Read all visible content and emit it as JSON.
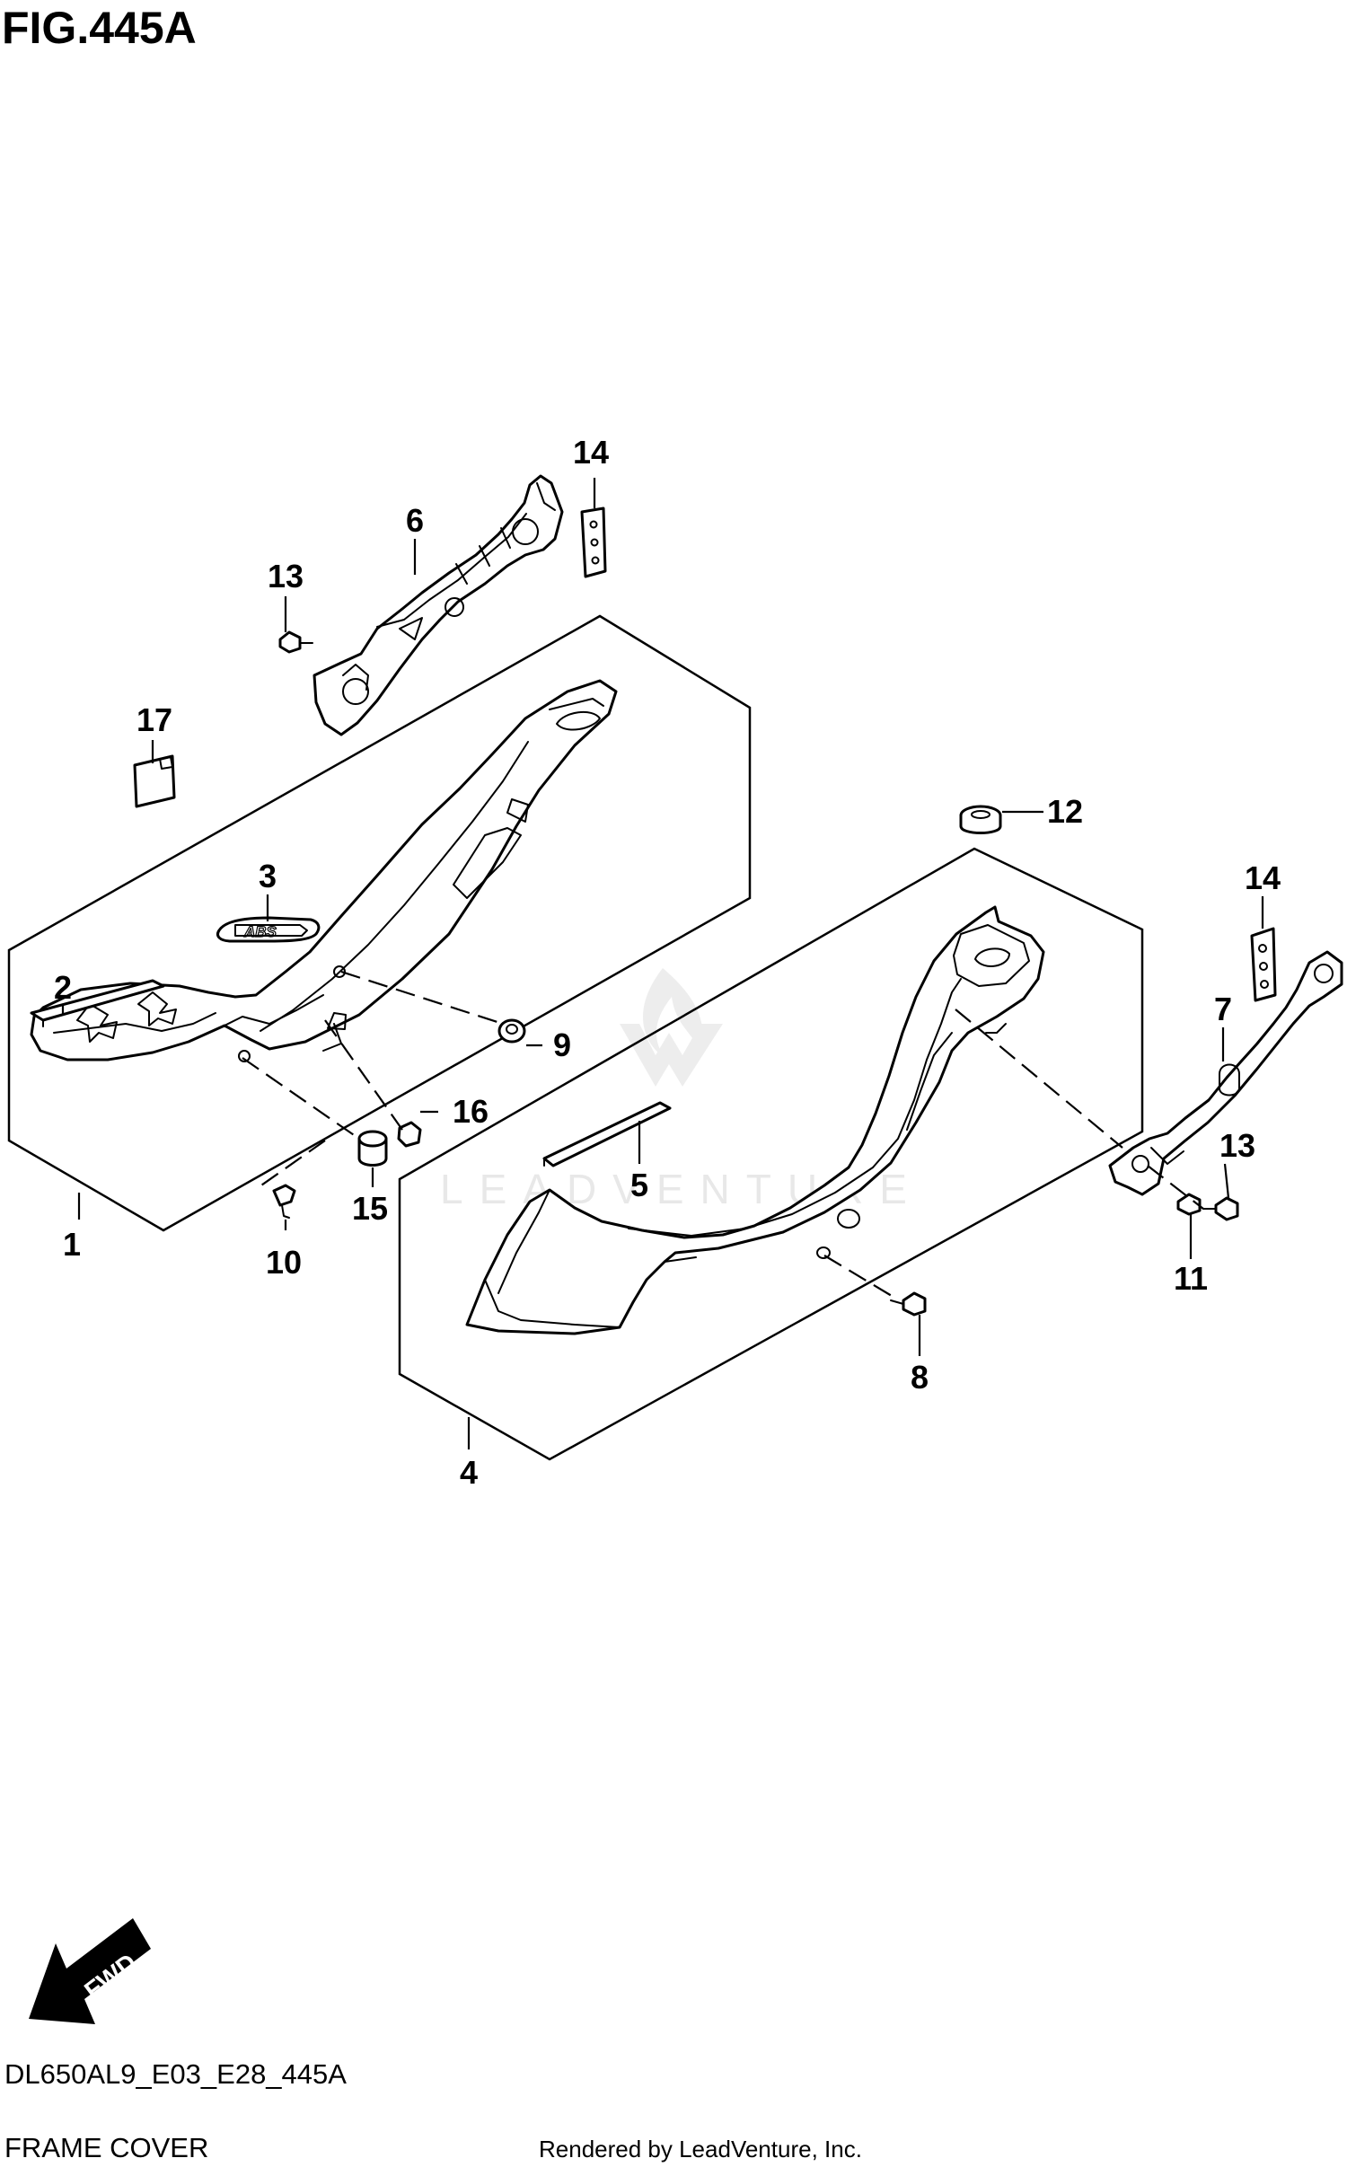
{
  "figure_title": "FIG.445A",
  "model_code": "DL650AL9_E03_E28_445A",
  "section_name": "FRAME COVER",
  "credit": "Rendered by LeadVenture, Inc.",
  "watermark": "LEADVENTURE",
  "direction_label": "FWD",
  "emblem_text": "ABS",
  "callouts": [
    "1",
    "2",
    "3",
    "4",
    "5",
    "6",
    "7",
    "8",
    "9",
    "10",
    "11",
    "12",
    "13",
    "13",
    "14",
    "14",
    "15",
    "16",
    "17"
  ]
}
